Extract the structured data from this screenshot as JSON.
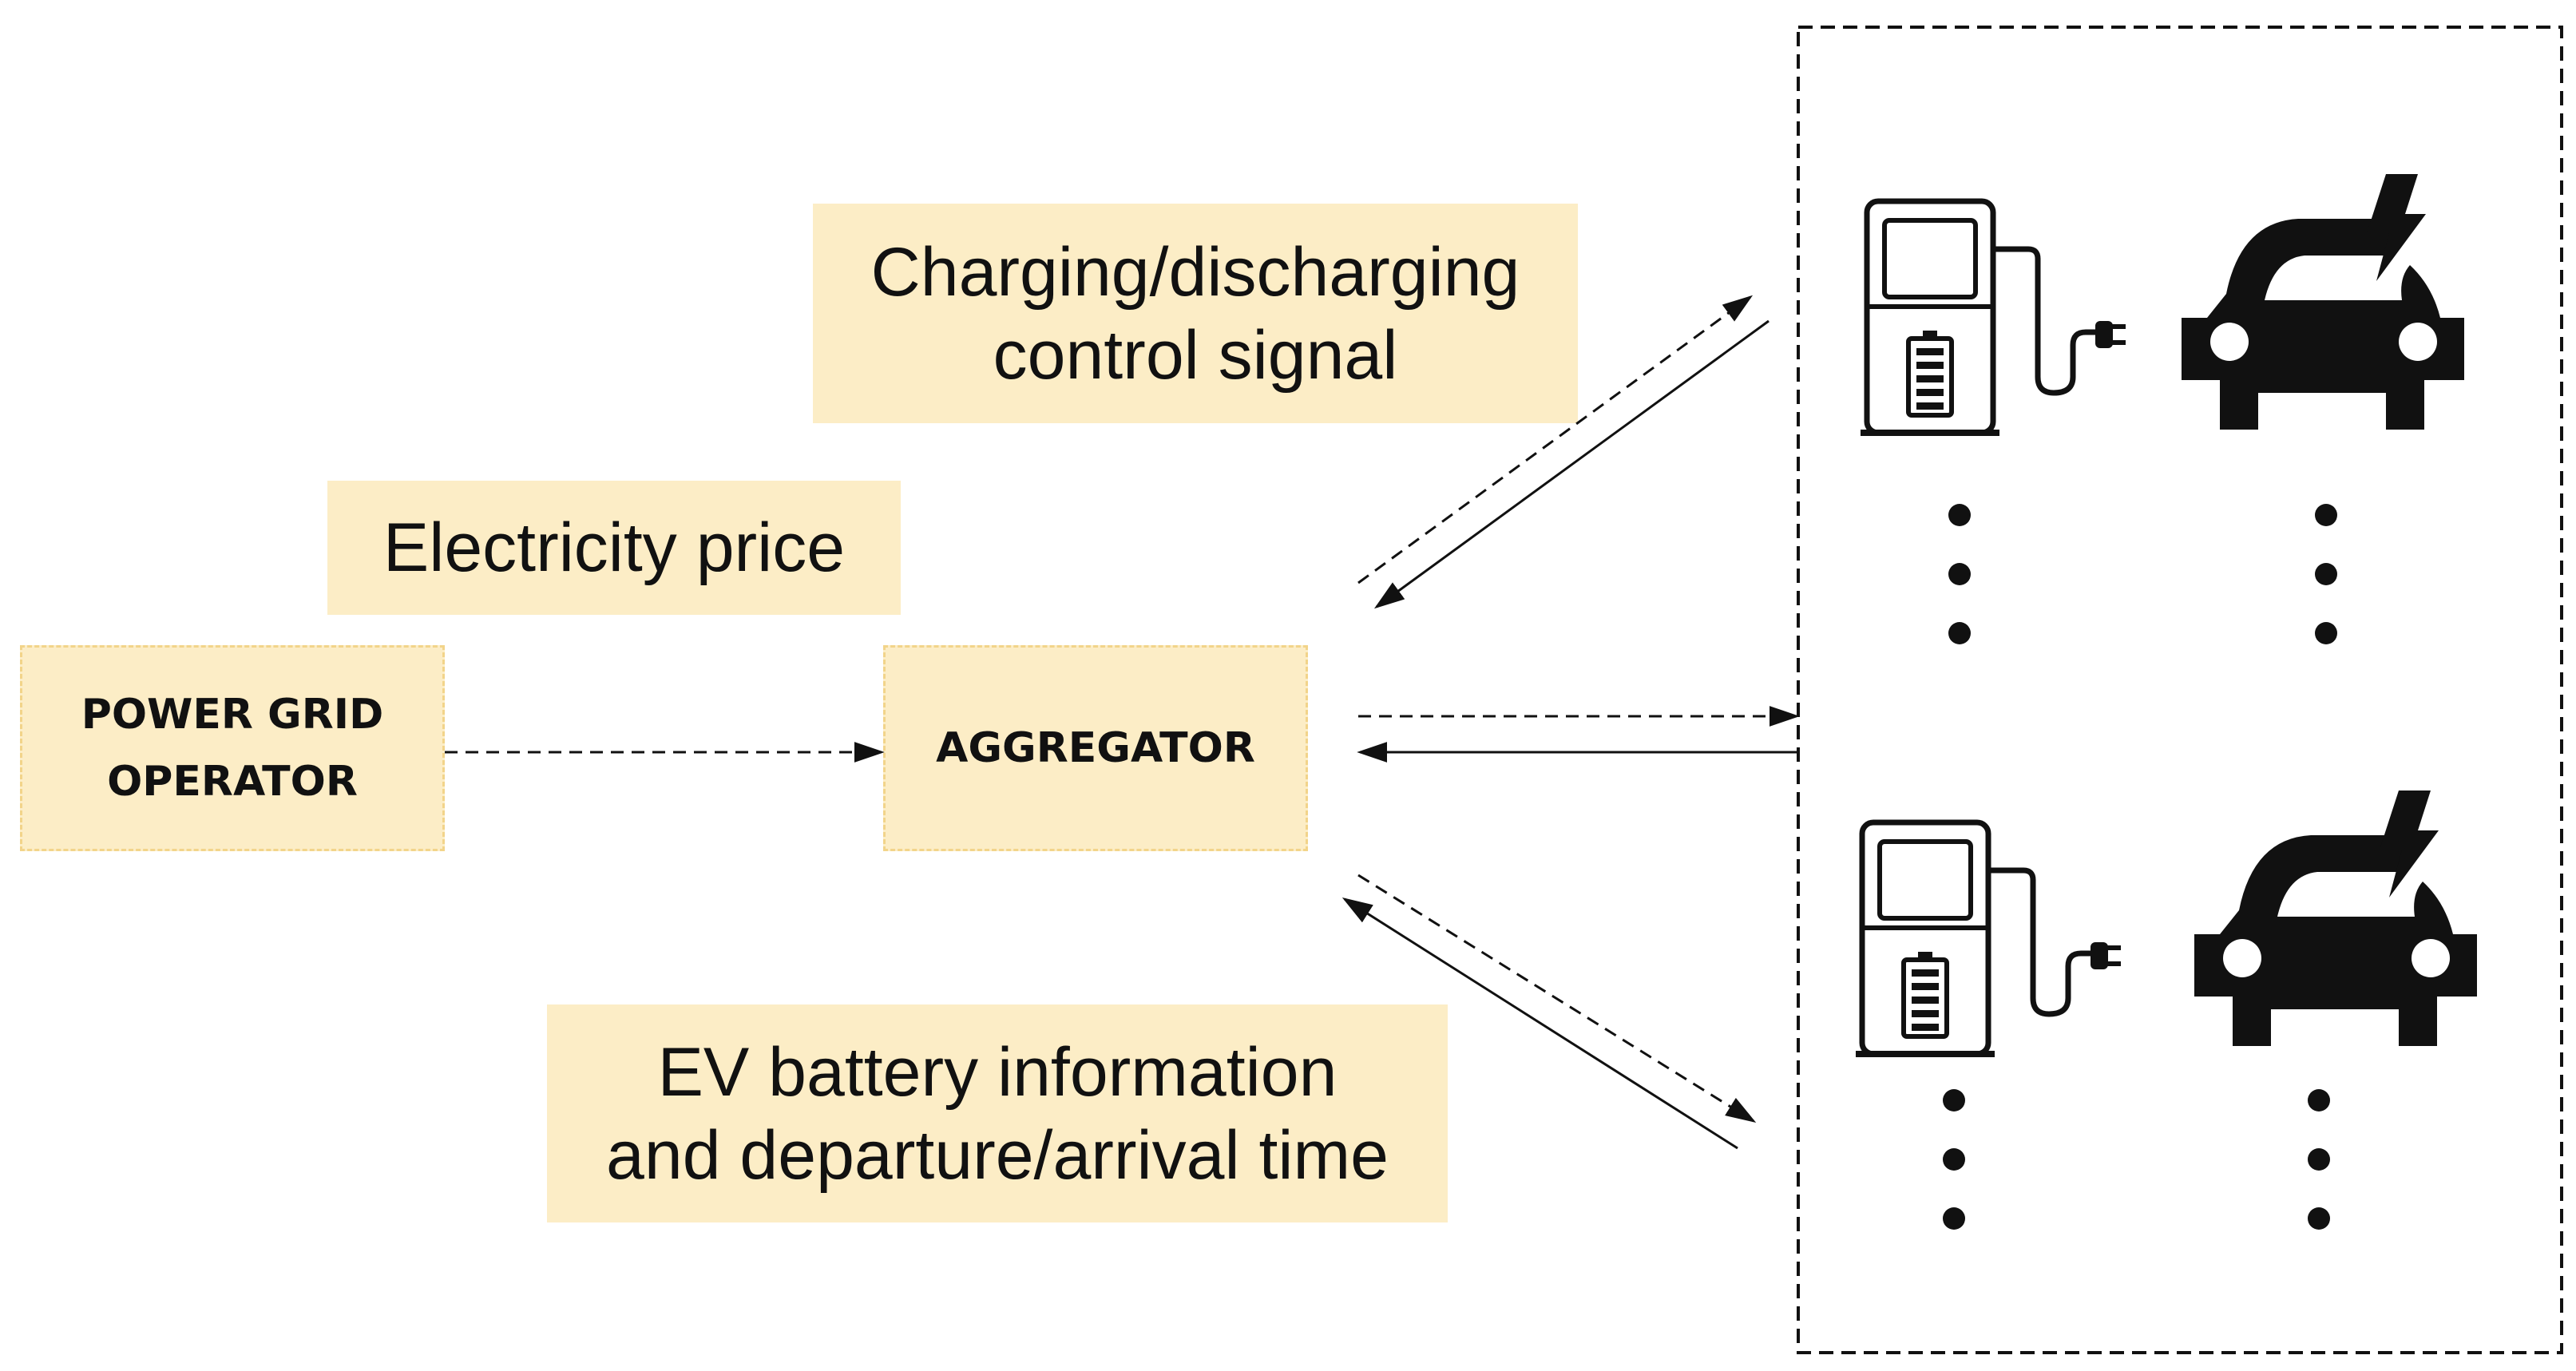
{
  "nodes": {
    "power_grid_operator": [
      "POWER GRID",
      "OPERATOR"
    ],
    "aggregator": "AGGREGATOR"
  },
  "labels": {
    "control_signal": [
      "Charging/discharging",
      "control signal"
    ],
    "electricity_price": "Electricity price",
    "battery_info": [
      "EV battery information",
      "and departure/arrival time"
    ]
  },
  "icons": [
    "charging-station-icon",
    "electric-car-icon",
    "vertical-ellipsis-icon"
  ],
  "colors": {
    "box_fill": "#fcedc6",
    "box_border": "#f2d48a",
    "ink": "#111111"
  }
}
